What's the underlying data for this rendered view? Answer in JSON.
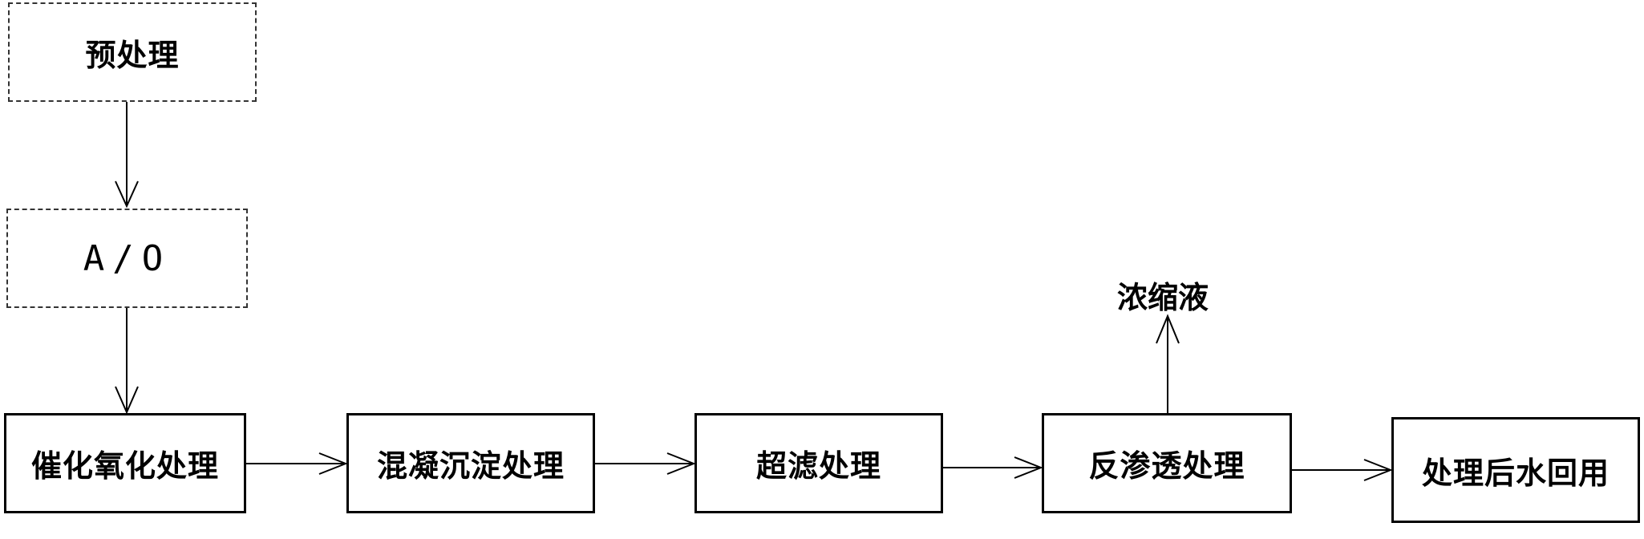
{
  "diagram": {
    "steps": {
      "pretreatment": "预处理",
      "ao": "A/O",
      "catalytic_oxidation": "催化氧化处理",
      "coagulation_sedimentation": "混凝沉淀处理",
      "ultrafiltration": "超滤处理",
      "reverse_osmosis": "反渗透处理",
      "reuse": "处理后水回用"
    },
    "outputs": {
      "concentrate": "浓缩液"
    }
  }
}
